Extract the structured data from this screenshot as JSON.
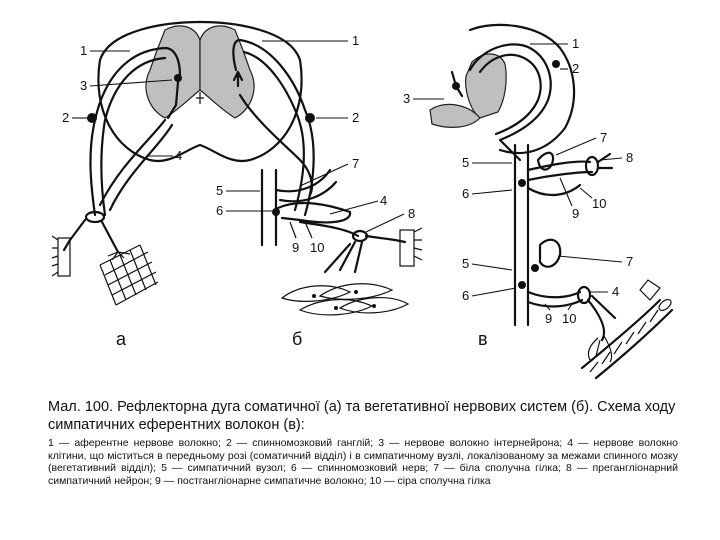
{
  "panels": {
    "a": {
      "letter": "а",
      "labels": {
        "n1": "1",
        "n2": "2",
        "n3": "3",
        "n4": "4"
      }
    },
    "b": {
      "letter": "б",
      "labels": {
        "n1": "1",
        "n2": "2",
        "n5": "5",
        "n6": "6",
        "n7": "7",
        "n4": "4",
        "n8": "8",
        "n9": "9",
        "n10": "10"
      }
    },
    "v": {
      "letter": "в",
      "labels": {
        "n1": "1",
        "n2": "2",
        "n3": "3",
        "n7a": "7",
        "n8": "8",
        "n5a": "5",
        "n6a": "6",
        "n9a": "9",
        "n10": "10",
        "n5b": "5",
        "n6b": "6",
        "n7b": "7",
        "n4": "4",
        "n9b": "9",
        "n10b": "10"
      }
    }
  },
  "caption": {
    "title": "Мал. 100. Рефлекторна дуга соматичної (а) та вегетативної нервових систем (б). Схема ходу симпатичних еферентних волокон (в):",
    "legend": "1 — аферентне нервове волокно; 2 — спинномозковий ганглій; 3 — нервове волокно інтернейрона; 4 — нервове волокно клітини, що міститься в передньому розі (соматичний відділ) і в симпатичному вузлі, локалізованому за межами спинного мозку (вегетативний відділ); 5 — симпатичний вузол; 6 — спинномозковий нерв; 7 — біла сполучна гілка; 8 — прегангліонарний симпатичний нейрон; 9 — постгангліонарне симпатичне волокно; 10 — сіра сполучна гілка"
  }
}
